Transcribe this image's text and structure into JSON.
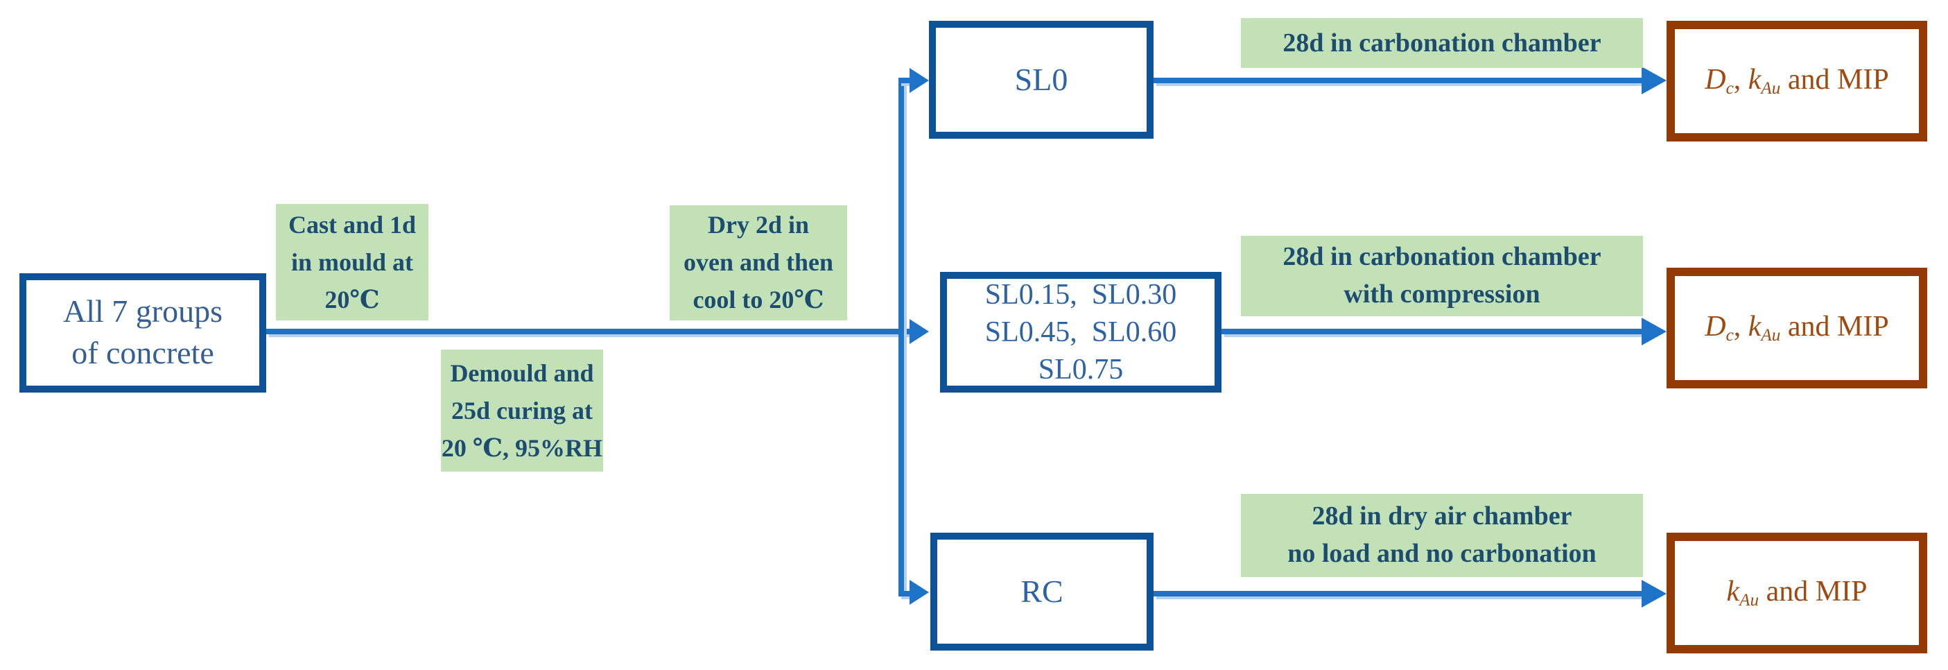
{
  "colors": {
    "background": "#ffffff",
    "node_border_navy": "#0d5296",
    "node_text_blue": "#2d62a3",
    "source_text_blue": "#355f92",
    "arrow_blue": "#1e73c8",
    "arrow_shadow_blue": "#b7cfe9",
    "label_green_fill": "#c2e1b6",
    "label_text_navy": "#1c4d70",
    "outcome_border_brown": "#943a04",
    "outcome_text_brown": "#9e4b12"
  },
  "source": {
    "lines": [
      "All 7 groups",
      "of concrete"
    ]
  },
  "process_labels": {
    "cast": {
      "lines": [
        "Cast and 1d",
        "in mould at",
        "20℃"
      ]
    },
    "demould": {
      "lines": [
        "Demould and",
        "25d curing at",
        "20 ℃, 95%RH"
      ]
    },
    "dry": {
      "lines": [
        "Dry 2d in",
        "oven and then",
        "cool to 20℃"
      ]
    }
  },
  "groups": {
    "sl0": {
      "lines": [
        "SL0"
      ]
    },
    "sl_series": {
      "lines": [
        "SL0.15,  SL0.30",
        "SL0.45,  SL0.60",
        "SL0.75"
      ]
    },
    "rc": {
      "lines": [
        "RC"
      ]
    }
  },
  "conditions": {
    "carbonation": {
      "lines": [
        "28d in carbonation chamber"
      ]
    },
    "carbonation_compression": {
      "lines": [
        "28d in carbonation chamber",
        "with compression"
      ]
    },
    "dry_air": {
      "lines": [
        "28d in dry air chamber",
        "no load and no carbonation"
      ]
    }
  },
  "outcomes": {
    "row1": {
      "tokens": [
        {
          "t": "D",
          "s": "var"
        },
        {
          "t": "c",
          "s": "sub"
        },
        {
          "t": ", ",
          "s": "plain"
        },
        {
          "t": "k",
          "s": "var"
        },
        {
          "t": "Au",
          "s": "sub"
        },
        {
          "t": " and MIP",
          "s": "plain"
        }
      ]
    },
    "row2": {
      "tokens": [
        {
          "t": "D",
          "s": "var"
        },
        {
          "t": "c",
          "s": "sub"
        },
        {
          "t": ", ",
          "s": "plain"
        },
        {
          "t": "k",
          "s": "var"
        },
        {
          "t": "Au",
          "s": "sub"
        },
        {
          "t": " and MIP",
          "s": "plain"
        }
      ]
    },
    "row3": {
      "tokens": [
        {
          "t": "k",
          "s": "var"
        },
        {
          "t": "Au",
          "s": "sub"
        },
        {
          "t": " and MIP",
          "s": "plain"
        }
      ]
    }
  }
}
